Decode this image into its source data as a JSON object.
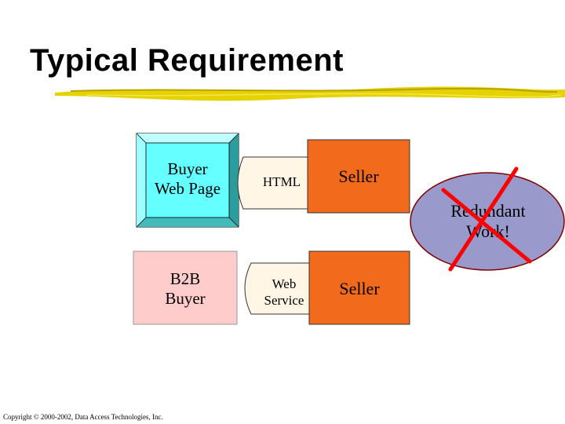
{
  "slide": {
    "title": "Typical Requirement",
    "footer": "Copyright © 2000-2002, Data Access Technologies, Inc."
  },
  "diagram": {
    "buyer_web_page": {
      "line1": "Buyer",
      "line2": "Web Page"
    },
    "b2b_buyer": {
      "line1": "B2B",
      "line2": "Buyer"
    },
    "connector_top": "HTML",
    "connector_bottom": {
      "line1": "Web",
      "line2": "Service"
    },
    "seller_top": "Seller",
    "seller_bottom": "Seller",
    "redundant": {
      "line1": "Redundant",
      "line2": "Work!"
    }
  },
  "colors": {
    "cyan_box": "#66ffff",
    "cyan_bevel_dark": "#2c9c9c",
    "cyan_bevel_light": "#bfffff",
    "pink_box": "#ffcccc",
    "seller_orange": "#f26a1b",
    "connector_fill": "#fff6e6",
    "ellipse_fill": "#9999cc",
    "ellipse_stroke": "#800000",
    "cross_red": "#ff0000",
    "underline_gold": "#d4c000"
  }
}
